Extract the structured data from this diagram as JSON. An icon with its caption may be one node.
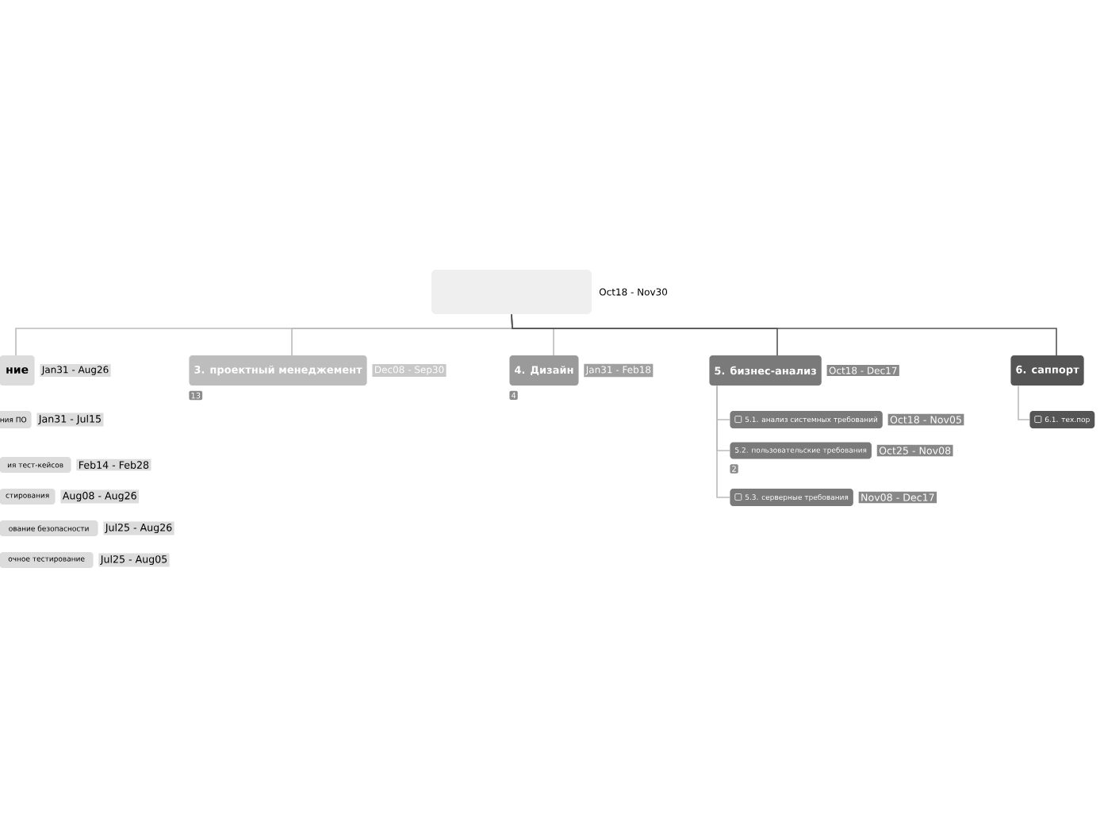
{
  "diagram": {
    "nodes": [
      {
        "text": [],
        "shape": "box",
        "beside": [
          "Oct18 - Nov30"
        ]
      },
      {
        "text": [
          "ние"
        ],
        "beside": [
          "Jan31 - Aug26"
        ]
      },
      {
        "text": [
          "ния ПО"
        ],
        "beside": [
          "Jan31 - Jul15"
        ]
      },
      {
        "text": [
          "ия тест-кейсов"
        ],
        "beside": [
          "Feb14 - Feb28"
        ]
      },
      {
        "text": [
          "стирования"
        ],
        "beside": [
          "Aug08 - Aug26"
        ]
      },
      {
        "text": [
          "ование безопасности"
        ],
        "beside": [
          "Jul25 - Aug26"
        ]
      },
      {
        "text": [
          "очное тестирование"
        ],
        "beside": [
          "Jul25 - Aug05"
        ]
      },
      {
        "text": [
          "3. проектный менеджемент"
        ],
        "beside": [
          "Dec08 - Sep30",
          "13"
        ]
      },
      {
        "text": [
          "4. Дизайн"
        ],
        "beside": [
          "Jan31 - Feb18",
          "4"
        ]
      },
      {
        "text": [
          "5. бизнес-анализ"
        ],
        "beside": [
          "Oct18 - Dec17"
        ]
      },
      {
        "text": [
          "5.1. анализ системных требований"
        ],
        "beside": [
          "Oct18 - Nov05"
        ]
      },
      {
        "text": [
          "5.2. пользовательские требования"
        ],
        "beside": [
          "Oct25 - Nov08",
          "2"
        ]
      },
      {
        "text": [
          "5.3. серверные требования"
        ],
        "beside": [
          "Nov08 - Dec17"
        ]
      },
      {
        "text": [
          "6. саппорт"
        ]
      },
      {
        "text": [
          "6.1. тех.пор"
        ]
      }
    ],
    "edges": [
      {
        "from": 0,
        "to": 1,
        "arrow": "none"
      },
      {
        "from": 0,
        "to": 7,
        "arrow": "none"
      },
      {
        "from": 0,
        "to": 8,
        "arrow": "none"
      },
      {
        "from": 0,
        "to": 9,
        "arrow": "none",
        "color": "#555555"
      },
      {
        "from": 0,
        "to": 13,
        "arrow": "none",
        "color": "#555555"
      },
      {
        "from": 9,
        "to": 10,
        "arrow": "none"
      },
      {
        "from": 9,
        "to": 11,
        "arrow": "none"
      },
      {
        "from": 9,
        "to": 12,
        "arrow": "none"
      },
      {
        "from": 13,
        "to": 14,
        "arrow": "none"
      }
    ]
  }
}
